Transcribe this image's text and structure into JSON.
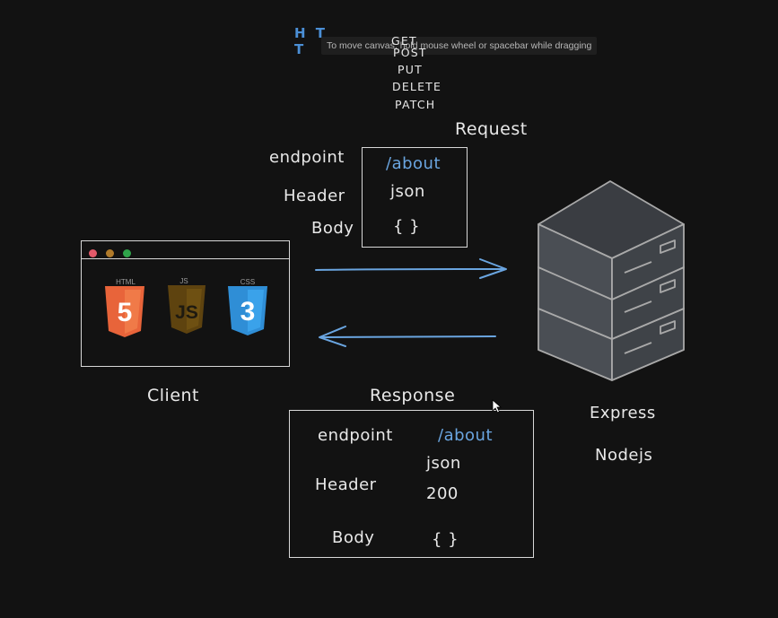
{
  "top_fragment": "H T T",
  "tooltip": {
    "text": "To move canvas, hold mouse wheel or spacebar while dragging"
  },
  "methods": [
    "GET",
    "POST",
    "PUT",
    "DELETE",
    "PATCH"
  ],
  "request": {
    "title": "Request",
    "labels": {
      "endpoint": "endpoint",
      "header": "Header",
      "body": "Body"
    },
    "values": {
      "endpoint": "/about",
      "header": "json",
      "body": "{ }"
    }
  },
  "client": {
    "label": "Client",
    "logos": [
      {
        "caption": "HTML",
        "glyph": "5",
        "icon": "html5-icon",
        "color": "#e8643a"
      },
      {
        "caption": "JS",
        "glyph": "JS",
        "icon": "js-icon",
        "color": "#6b4c10"
      },
      {
        "caption": "CSS",
        "glyph": "3",
        "icon": "css3-icon",
        "color": "#2f8ed6"
      }
    ],
    "window_dots": [
      "#e35a6a",
      "#b07a2a",
      "#2fa44a"
    ]
  },
  "server": {
    "label_1": "Express",
    "label_2": "Nodejs",
    "icon": "server-stack-icon"
  },
  "response": {
    "title": "Response",
    "labels": {
      "endpoint": "endpoint",
      "header": "Header",
      "body": "Body"
    },
    "values": {
      "endpoint": "/about",
      "header_1": "json",
      "header_2": "200",
      "body": "{ }"
    }
  },
  "colors": {
    "background": "#121212",
    "stroke": "#d8d8d8",
    "arrow": "#6aa5e0",
    "accent_text": "#6aa5e0"
  }
}
